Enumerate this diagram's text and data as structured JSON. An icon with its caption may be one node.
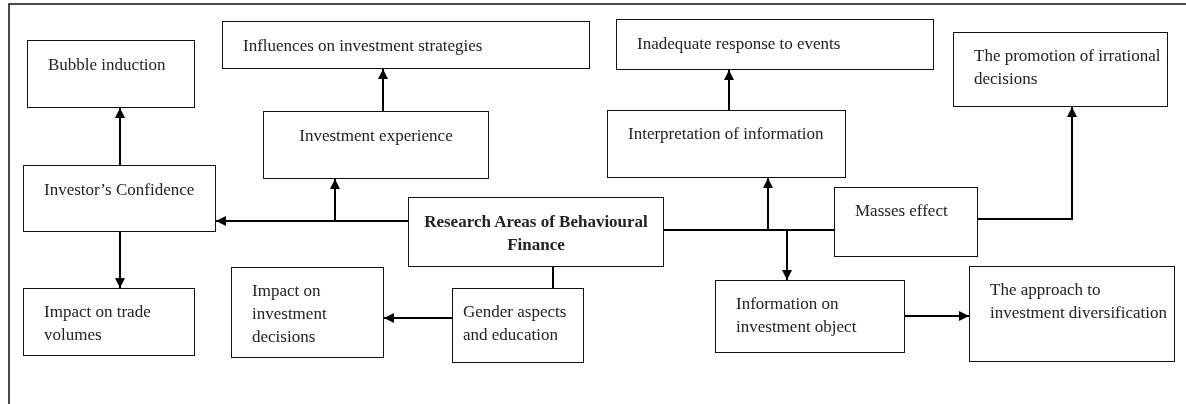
{
  "diagram": {
    "nodes": [
      {
        "text": [
          "Research Areas of Behavioural Finance"
        ]
      },
      {
        "text": [
          "Bubble induction"
        ]
      },
      {
        "text": [
          "Influences on investment strategies"
        ]
      },
      {
        "text": [
          "Investor’s Confidence"
        ]
      },
      {
        "text": [
          "Investment experience"
        ]
      },
      {
        "text": [
          "Inadequate response to events"
        ]
      },
      {
        "text": [
          "The promotion of irrational decisions"
        ]
      },
      {
        "text": [
          "Interpretation of information"
        ]
      },
      {
        "text": [
          "Masses effect"
        ]
      },
      {
        "text": [
          "Impact on trade volumes"
        ]
      },
      {
        "text": [
          "Impact on investment decisions"
        ]
      },
      {
        "text": [
          "Gender aspects and education"
        ]
      },
      {
        "text": [
          "Information on investment object"
        ]
      },
      {
        "text": [
          "The approach to investment diversification"
        ]
      }
    ],
    "edges": [
      {
        "from": 0,
        "to": 3,
        "arrow": "to"
      },
      {
        "from": 0,
        "to": 4,
        "arrow": "to"
      },
      {
        "from": 3,
        "to": 1,
        "arrow": "to"
      },
      {
        "from": 3,
        "to": 9,
        "arrow": "to"
      },
      {
        "from": 4,
        "to": 2,
        "arrow": "to"
      },
      {
        "from": 0,
        "to": 8,
        "arrow": "none"
      },
      {
        "from": 0,
        "to": 7,
        "arrow": "to"
      },
      {
        "from": 0,
        "to": 12,
        "arrow": "to"
      },
      {
        "from": 8,
        "to": 6,
        "arrow": "to"
      },
      {
        "from": 7,
        "to": 5,
        "arrow": "to"
      },
      {
        "from": 0,
        "to": 11,
        "arrow": "none"
      },
      {
        "from": 11,
        "to": 10,
        "arrow": "to"
      },
      {
        "from": 12,
        "to": 13,
        "arrow": "to"
      }
    ]
  }
}
